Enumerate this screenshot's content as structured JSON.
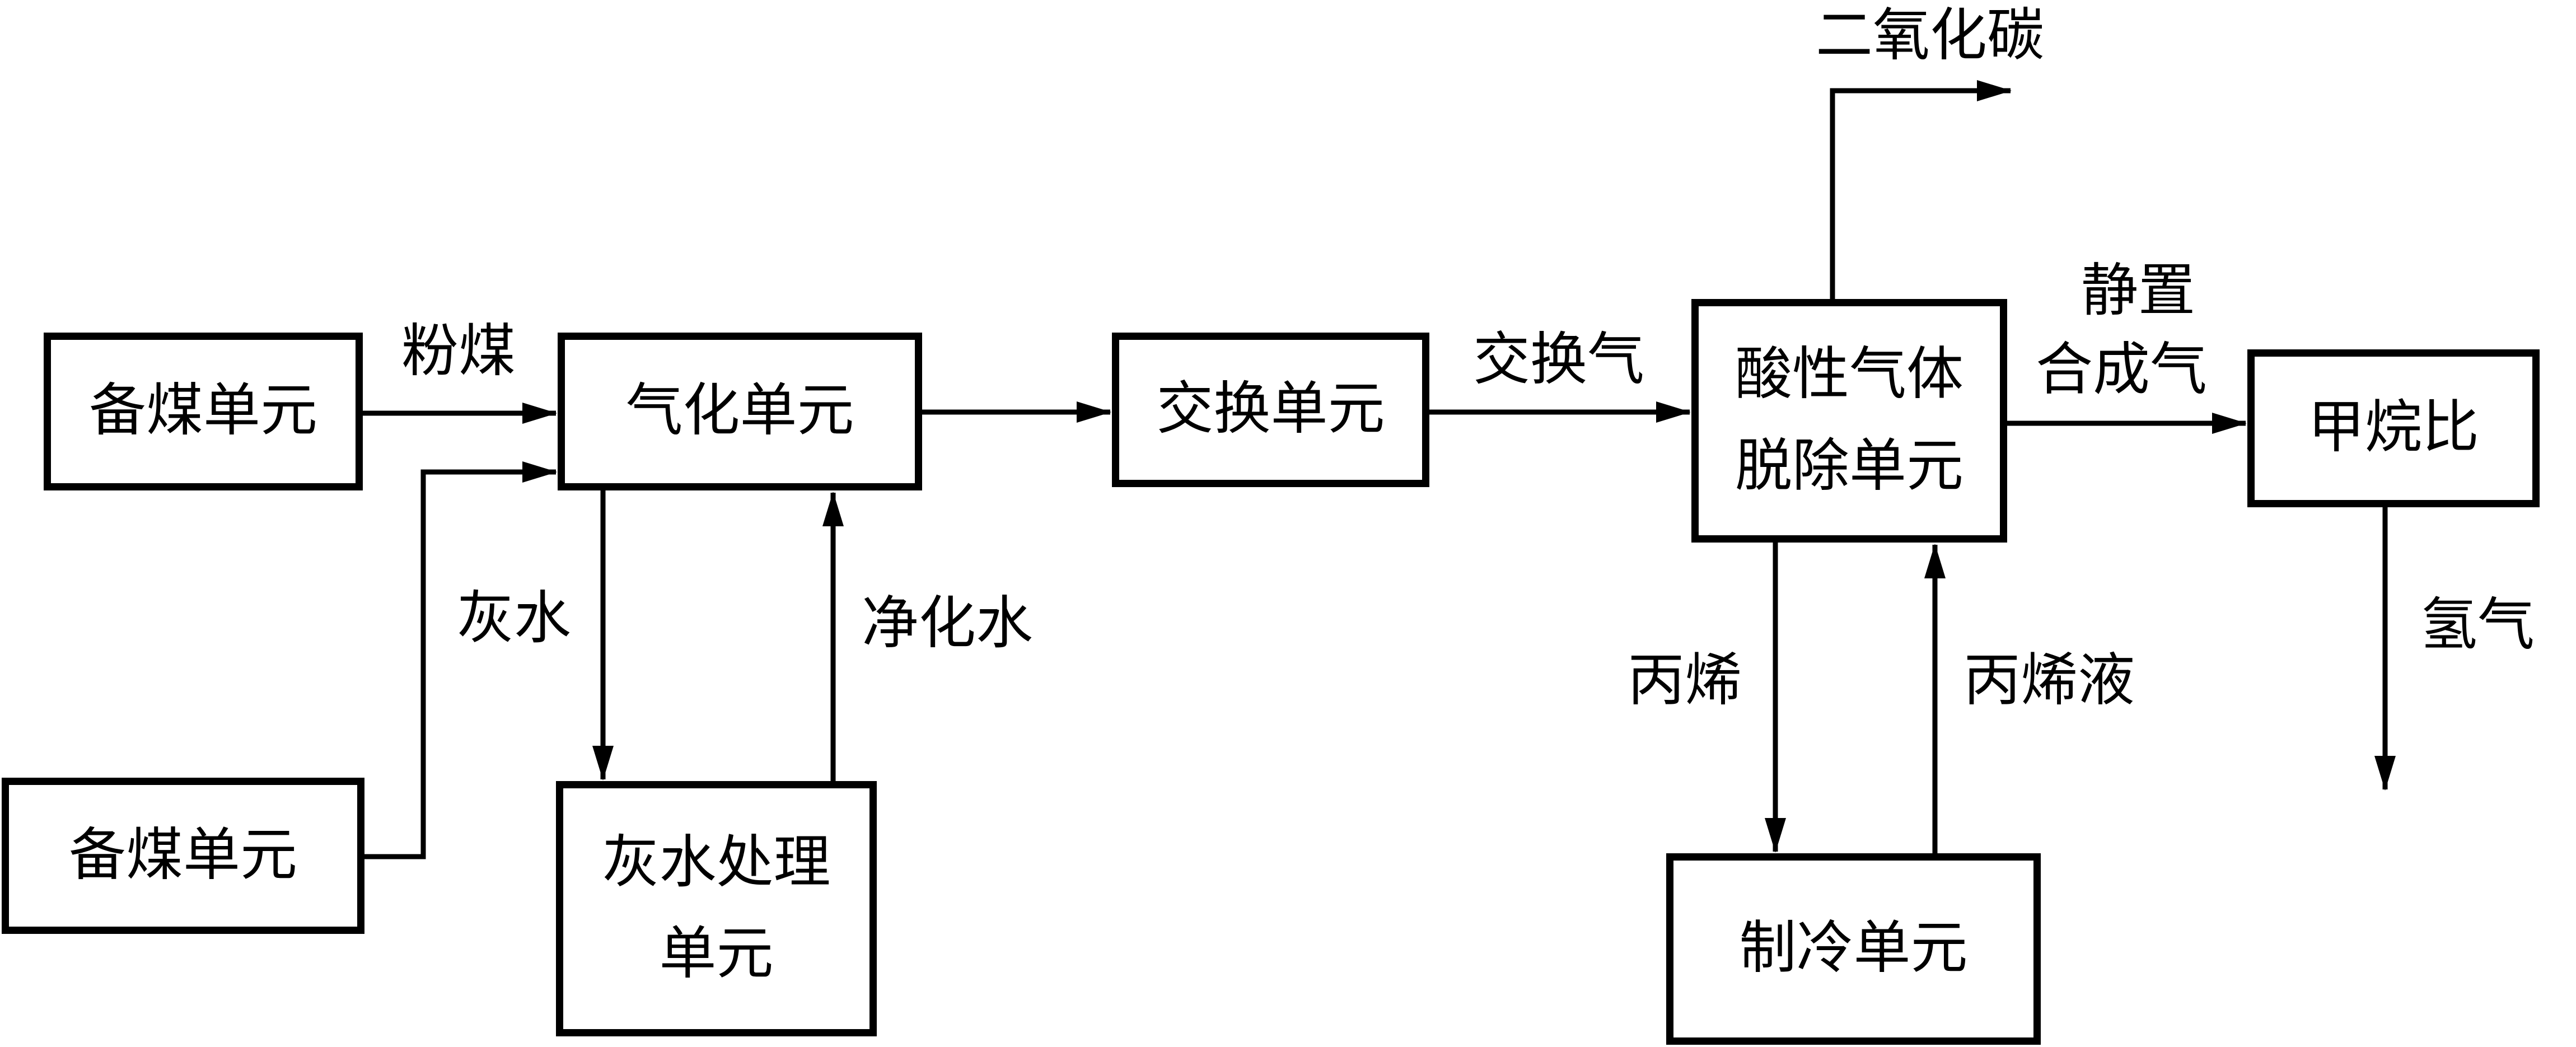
{
  "diagram": {
    "type": "process-flow-diagram",
    "boxes": {
      "coal_prep_top": {
        "label": "备煤单元"
      },
      "coal_prep_bottom": {
        "label": "备煤单元"
      },
      "gasification": {
        "label": "气化单元"
      },
      "gray_water_treatment": {
        "line1": "灰水处理",
        "line2": "单元"
      },
      "shift": {
        "label": "交换单元"
      },
      "acid_gas_removal": {
        "line1": "酸性气体",
        "line2": "脱除单元"
      },
      "methane_ratio": {
        "label": "甲烷比"
      },
      "refrigeration": {
        "label": "制冷单元"
      }
    },
    "streams": {
      "pulverized_coal": "粉煤",
      "shift_gas": "交换气",
      "carbon_dioxide": "二氧化碳",
      "settled_line1": "静置",
      "settled_line2": "合成气",
      "hydrogen": "氢气",
      "gray_water": "灰水",
      "purified_water": "净化水",
      "propylene": "丙烯",
      "propylene_liquid": "丙烯液"
    },
    "colors": {
      "line": "#000000",
      "text": "#000000",
      "background": "#ffffff"
    }
  }
}
